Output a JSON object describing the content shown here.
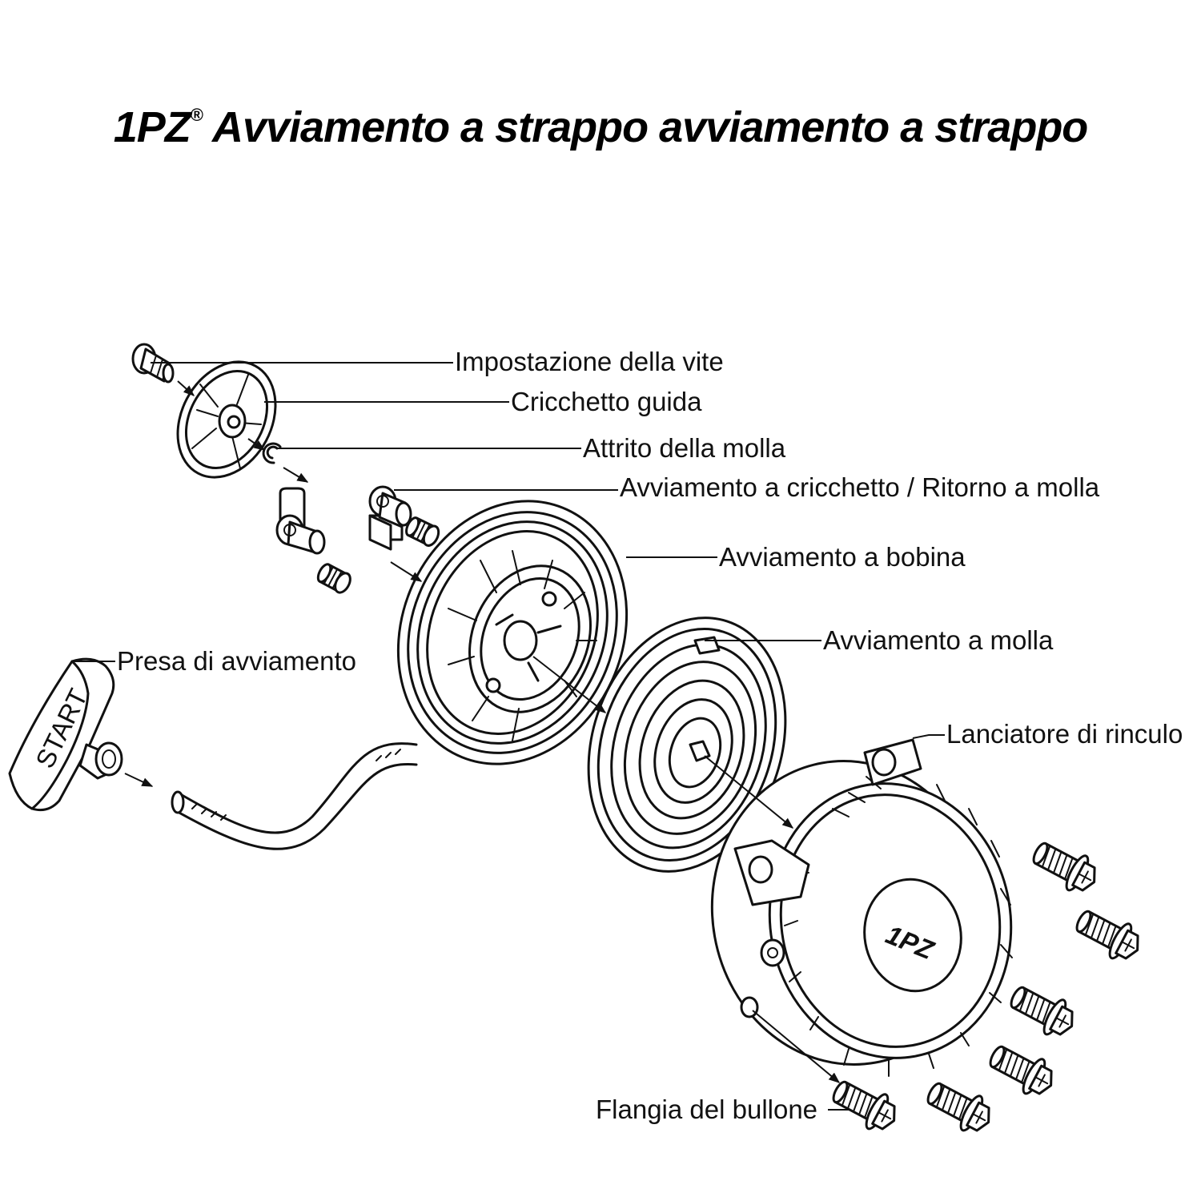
{
  "title": {
    "brand": "1PZ",
    "registered": "®",
    "text": "Avviamento a strappo avviamento a strappo"
  },
  "logo_text": "1PZ",
  "handle_text": "START",
  "labels": {
    "screw": "Impostazione della vite",
    "ratchet_guide": "Cricchetto guida",
    "spring_friction": "Attrito della molla",
    "ratchet_return": "Avviamento a cricchetto / Ritorno a molla",
    "reel": "Avviamento a bobina",
    "spring": "Avviamento a molla",
    "handle": "Presa di avviamento",
    "recoil": "Lanciatore di rinculo",
    "bolt": "Flangia del bullone"
  }
}
